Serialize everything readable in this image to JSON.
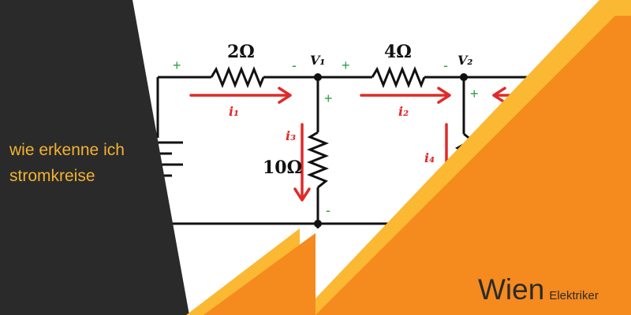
{
  "headline": {
    "line1": "wie erkenne ich",
    "line2": "stromkreise"
  },
  "brand": {
    "name": "Wien",
    "tagline": "Elektriker"
  },
  "circuit": {
    "resistor_2": "2Ω",
    "resistor_4": "4Ω",
    "resistor_10": "10Ω",
    "node_1": "V₁",
    "node_2": "V₂",
    "current_1": "i₁",
    "current_2": "i₂",
    "current_3": "i₃",
    "current_4": "i₄",
    "plus": "+",
    "minus": "-"
  },
  "colors": {
    "dark_panel": "#2a2a2a",
    "headline": "#f2b233",
    "orange": "#f58a1f",
    "yellow": "#fbb832",
    "arrow_red": "#e02a2a",
    "polarity_green": "#2ea043"
  }
}
